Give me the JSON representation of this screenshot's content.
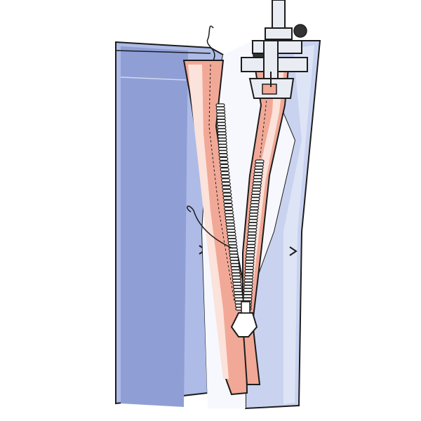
{
  "illustration": {
    "subject": "sewing-a-separating-zipper-with-zipper-foot",
    "labels": []
  },
  "colors": {
    "background": "#ffffff",
    "fabric_left": "#aebbe6",
    "fabric_left_shadow": "#8f9fd6",
    "fabric_right": "#c9d3f0",
    "fabric_pale": "#dde4f6",
    "zipper_tape": "#f2a896",
    "zipper_tape_highlight": "#fbe2da",
    "zipper_teeth": "#ffffff",
    "outline": "#1c1c1c",
    "presser_foot": "#e9ecf2",
    "thread": "#1c1c1c"
  },
  "parts": {
    "left_zipper_teeth_count": 64,
    "right_zipper_teeth_count": 48
  }
}
